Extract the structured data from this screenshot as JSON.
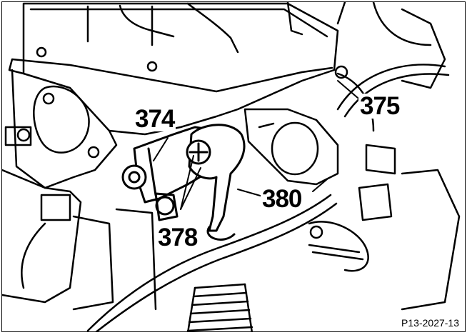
{
  "figure": {
    "callouts": {
      "c374": "374",
      "c375": "375",
      "c378": "378",
      "c380": "380"
    },
    "figure_id": "P13-2027-13"
  }
}
